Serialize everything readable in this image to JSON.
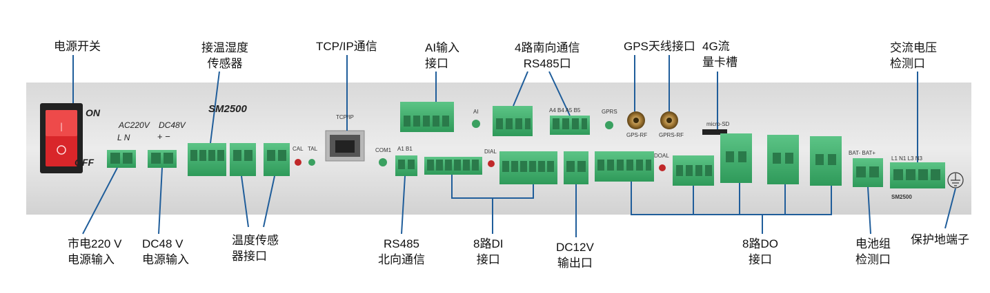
{
  "callouts_top": {
    "power_switch": "电源开关",
    "temp_humidity": "接温湿度\n传感器",
    "tcpip": "TCP/IP通信",
    "ai_input": "AI输入\n接口",
    "rs485_south": "4路南向通信\nRS485口",
    "gps_antenna": "GPS天线接口",
    "sim_slot": "4G流\n量卡槽",
    "ac_voltage": "交流电压\n检测口"
  },
  "callouts_bottom": {
    "mains_220": "市电220 V\n电源输入",
    "dc48": "DC48 V\n电源输入",
    "temp_sensor": "温度传感\n器接口",
    "rs485_north": "RS485\n北向通信",
    "di8": "8路DI\n接口",
    "dc12": "DC12V\n输出口",
    "do8": "8路DO\n接口",
    "battery": "电池组\n检测口",
    "ground": "保护地端子"
  },
  "panel": {
    "on": "ON",
    "off": "OFF",
    "model": "SM2500",
    "model_small": "SM2500",
    "ac220v": "AC220V",
    "ln": "L    N",
    "dc48v": "DC48V",
    "pm": "+   −",
    "tcpip": "TCP/IP",
    "cal": "CAL",
    "tal": "TAL",
    "com1": "COM1",
    "a1b1": "A1  B1",
    "ai": "AI",
    "a4b4a5b5": "A4  B4  A5  B5",
    "gprs": "GPRS",
    "gprs_rf1": "GPS-RF",
    "gprs_rf2": "GPRS-RF",
    "micro_sd": "micro-SD",
    "dial": "DIAL",
    "doal": "DOAL",
    "l1n1": "L1  N1  L3  N3",
    "bat": "BAT-  BAT+"
  },
  "colors": {
    "terminal": "#3fae6b",
    "panel": "#e6e6e6",
    "line": "#1f5d9a",
    "switch": "#d9262a"
  }
}
